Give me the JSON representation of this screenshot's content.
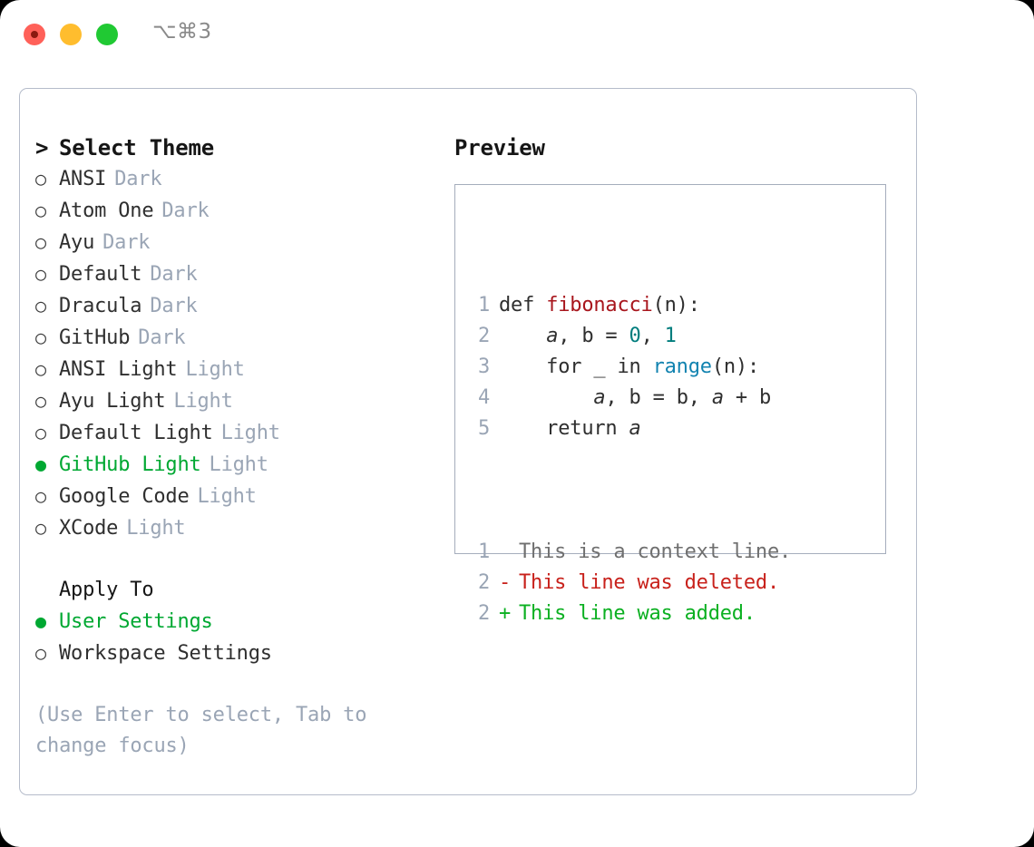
{
  "titlebar": {
    "shortcut": "⌥⌘3",
    "lights": [
      "close-red",
      "minimize-yellow",
      "zoom-green"
    ]
  },
  "colors": {
    "accent_green": "#00a832",
    "muted": "#9aa5b5",
    "text": "#2f2f2f",
    "border": "#b5bcca",
    "diff_add": "#0bb021",
    "diff_del": "#c8211b",
    "fn": "#a8161d",
    "num": "#007d7d",
    "call": "#1283b0"
  },
  "theme_list": {
    "header": "Select Theme",
    "caret": ">",
    "bullet_empty": "○",
    "bullet_filled": "●",
    "items": [
      {
        "name": "ANSI",
        "tag": "Dark",
        "selected": false
      },
      {
        "name": "Atom One",
        "tag": "Dark",
        "selected": false
      },
      {
        "name": "Ayu",
        "tag": "Dark",
        "selected": false
      },
      {
        "name": "Default",
        "tag": "Dark",
        "selected": false
      },
      {
        "name": "Dracula",
        "tag": "Dark",
        "selected": false
      },
      {
        "name": "GitHub",
        "tag": "Dark",
        "selected": false
      },
      {
        "name": "ANSI Light",
        "tag": "Light",
        "selected": false
      },
      {
        "name": "Ayu Light",
        "tag": "Light",
        "selected": false
      },
      {
        "name": "Default Light",
        "tag": "Light",
        "selected": false
      },
      {
        "name": "GitHub Light",
        "tag": "Light",
        "selected": true
      },
      {
        "name": "Google Code",
        "tag": "Light",
        "selected": false
      },
      {
        "name": "XCode",
        "tag": "Light",
        "selected": false
      }
    ]
  },
  "apply_to": {
    "header": "Apply To",
    "items": [
      {
        "name": "User Settings",
        "selected": true
      },
      {
        "name": "Workspace Settings",
        "selected": false
      }
    ]
  },
  "hint": "(Use Enter to select, Tab to change focus)",
  "preview": {
    "title": "Preview",
    "code_lines": [
      {
        "num": "1",
        "segments": [
          {
            "text": "def ",
            "cls": "tok-def"
          },
          {
            "text": "fibonacci",
            "cls": "tok-fn"
          },
          {
            "text": "(n):",
            "cls": "tok-plain"
          }
        ]
      },
      {
        "num": "2",
        "segments": [
          {
            "text": "    ",
            "cls": "tok-plain"
          },
          {
            "text": "a",
            "cls": "tok-var"
          },
          {
            "text": ", ",
            "cls": "tok-plain"
          },
          {
            "text": "b",
            "cls": "tok-plain"
          },
          {
            "text": " = ",
            "cls": "tok-plain"
          },
          {
            "text": "0",
            "cls": "tok-num"
          },
          {
            "text": ", ",
            "cls": "tok-plain"
          },
          {
            "text": "1",
            "cls": "tok-num"
          }
        ]
      },
      {
        "num": "3",
        "segments": [
          {
            "text": "    for _ in ",
            "cls": "tok-plain"
          },
          {
            "text": "range",
            "cls": "tok-call"
          },
          {
            "text": "(n):",
            "cls": "tok-plain"
          }
        ]
      },
      {
        "num": "4",
        "segments": [
          {
            "text": "        ",
            "cls": "tok-plain"
          },
          {
            "text": "a",
            "cls": "tok-var"
          },
          {
            "text": ", b = b, ",
            "cls": "tok-plain"
          },
          {
            "text": "a",
            "cls": "tok-var"
          },
          {
            "text": " + b",
            "cls": "tok-plain"
          }
        ]
      },
      {
        "num": "5",
        "segments": [
          {
            "text": "    return ",
            "cls": "tok-plain"
          },
          {
            "text": "a",
            "cls": "tok-var"
          }
        ]
      }
    ],
    "diff_lines": [
      {
        "num": "1",
        "mark": " ",
        "text": "This is a context line.",
        "cls": "diff-ctx"
      },
      {
        "num": "2",
        "mark": "-",
        "text": "This line was deleted.",
        "cls": "diff-del"
      },
      {
        "num": "2",
        "mark": "+",
        "text": "This line was added.",
        "cls": "diff-add"
      }
    ]
  }
}
